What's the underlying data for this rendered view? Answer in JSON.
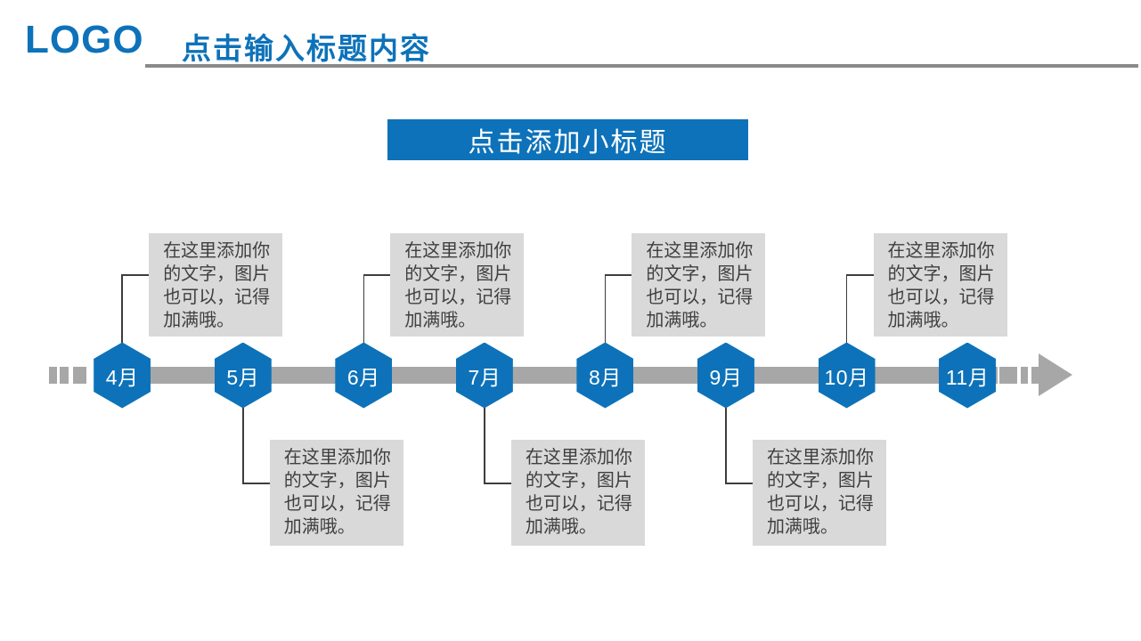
{
  "header": {
    "logo_text": "LOGO",
    "title": "点击输入标题内容"
  },
  "subtitle_banner": {
    "label": "点击添加小标题"
  },
  "colors": {
    "accent_blue": "#0d72b9",
    "divider_gray": "#8a8a8a",
    "bar_gray": "#a7a7a7",
    "box_bg": "#d9d9d9",
    "box_text": "#3f3f3f",
    "connector": "#3d3d3d"
  },
  "timeline": {
    "placeholder_lines": [
      "在这里添加你",
      "的文字，图片",
      "也可以，记得",
      "加满哦。"
    ],
    "placeholder_text": "在这里添加你的文字，图片也可以，记得加满哦。",
    "nodes": [
      {
        "label": "4月",
        "box": "above"
      },
      {
        "label": "5月",
        "box": "below"
      },
      {
        "label": "6月",
        "box": "above"
      },
      {
        "label": "7月",
        "box": "below"
      },
      {
        "label": "8月",
        "box": "above"
      },
      {
        "label": "9月",
        "box": "below"
      },
      {
        "label": "10月",
        "box": "above"
      },
      {
        "label": "11月",
        "box": "none"
      }
    ]
  }
}
